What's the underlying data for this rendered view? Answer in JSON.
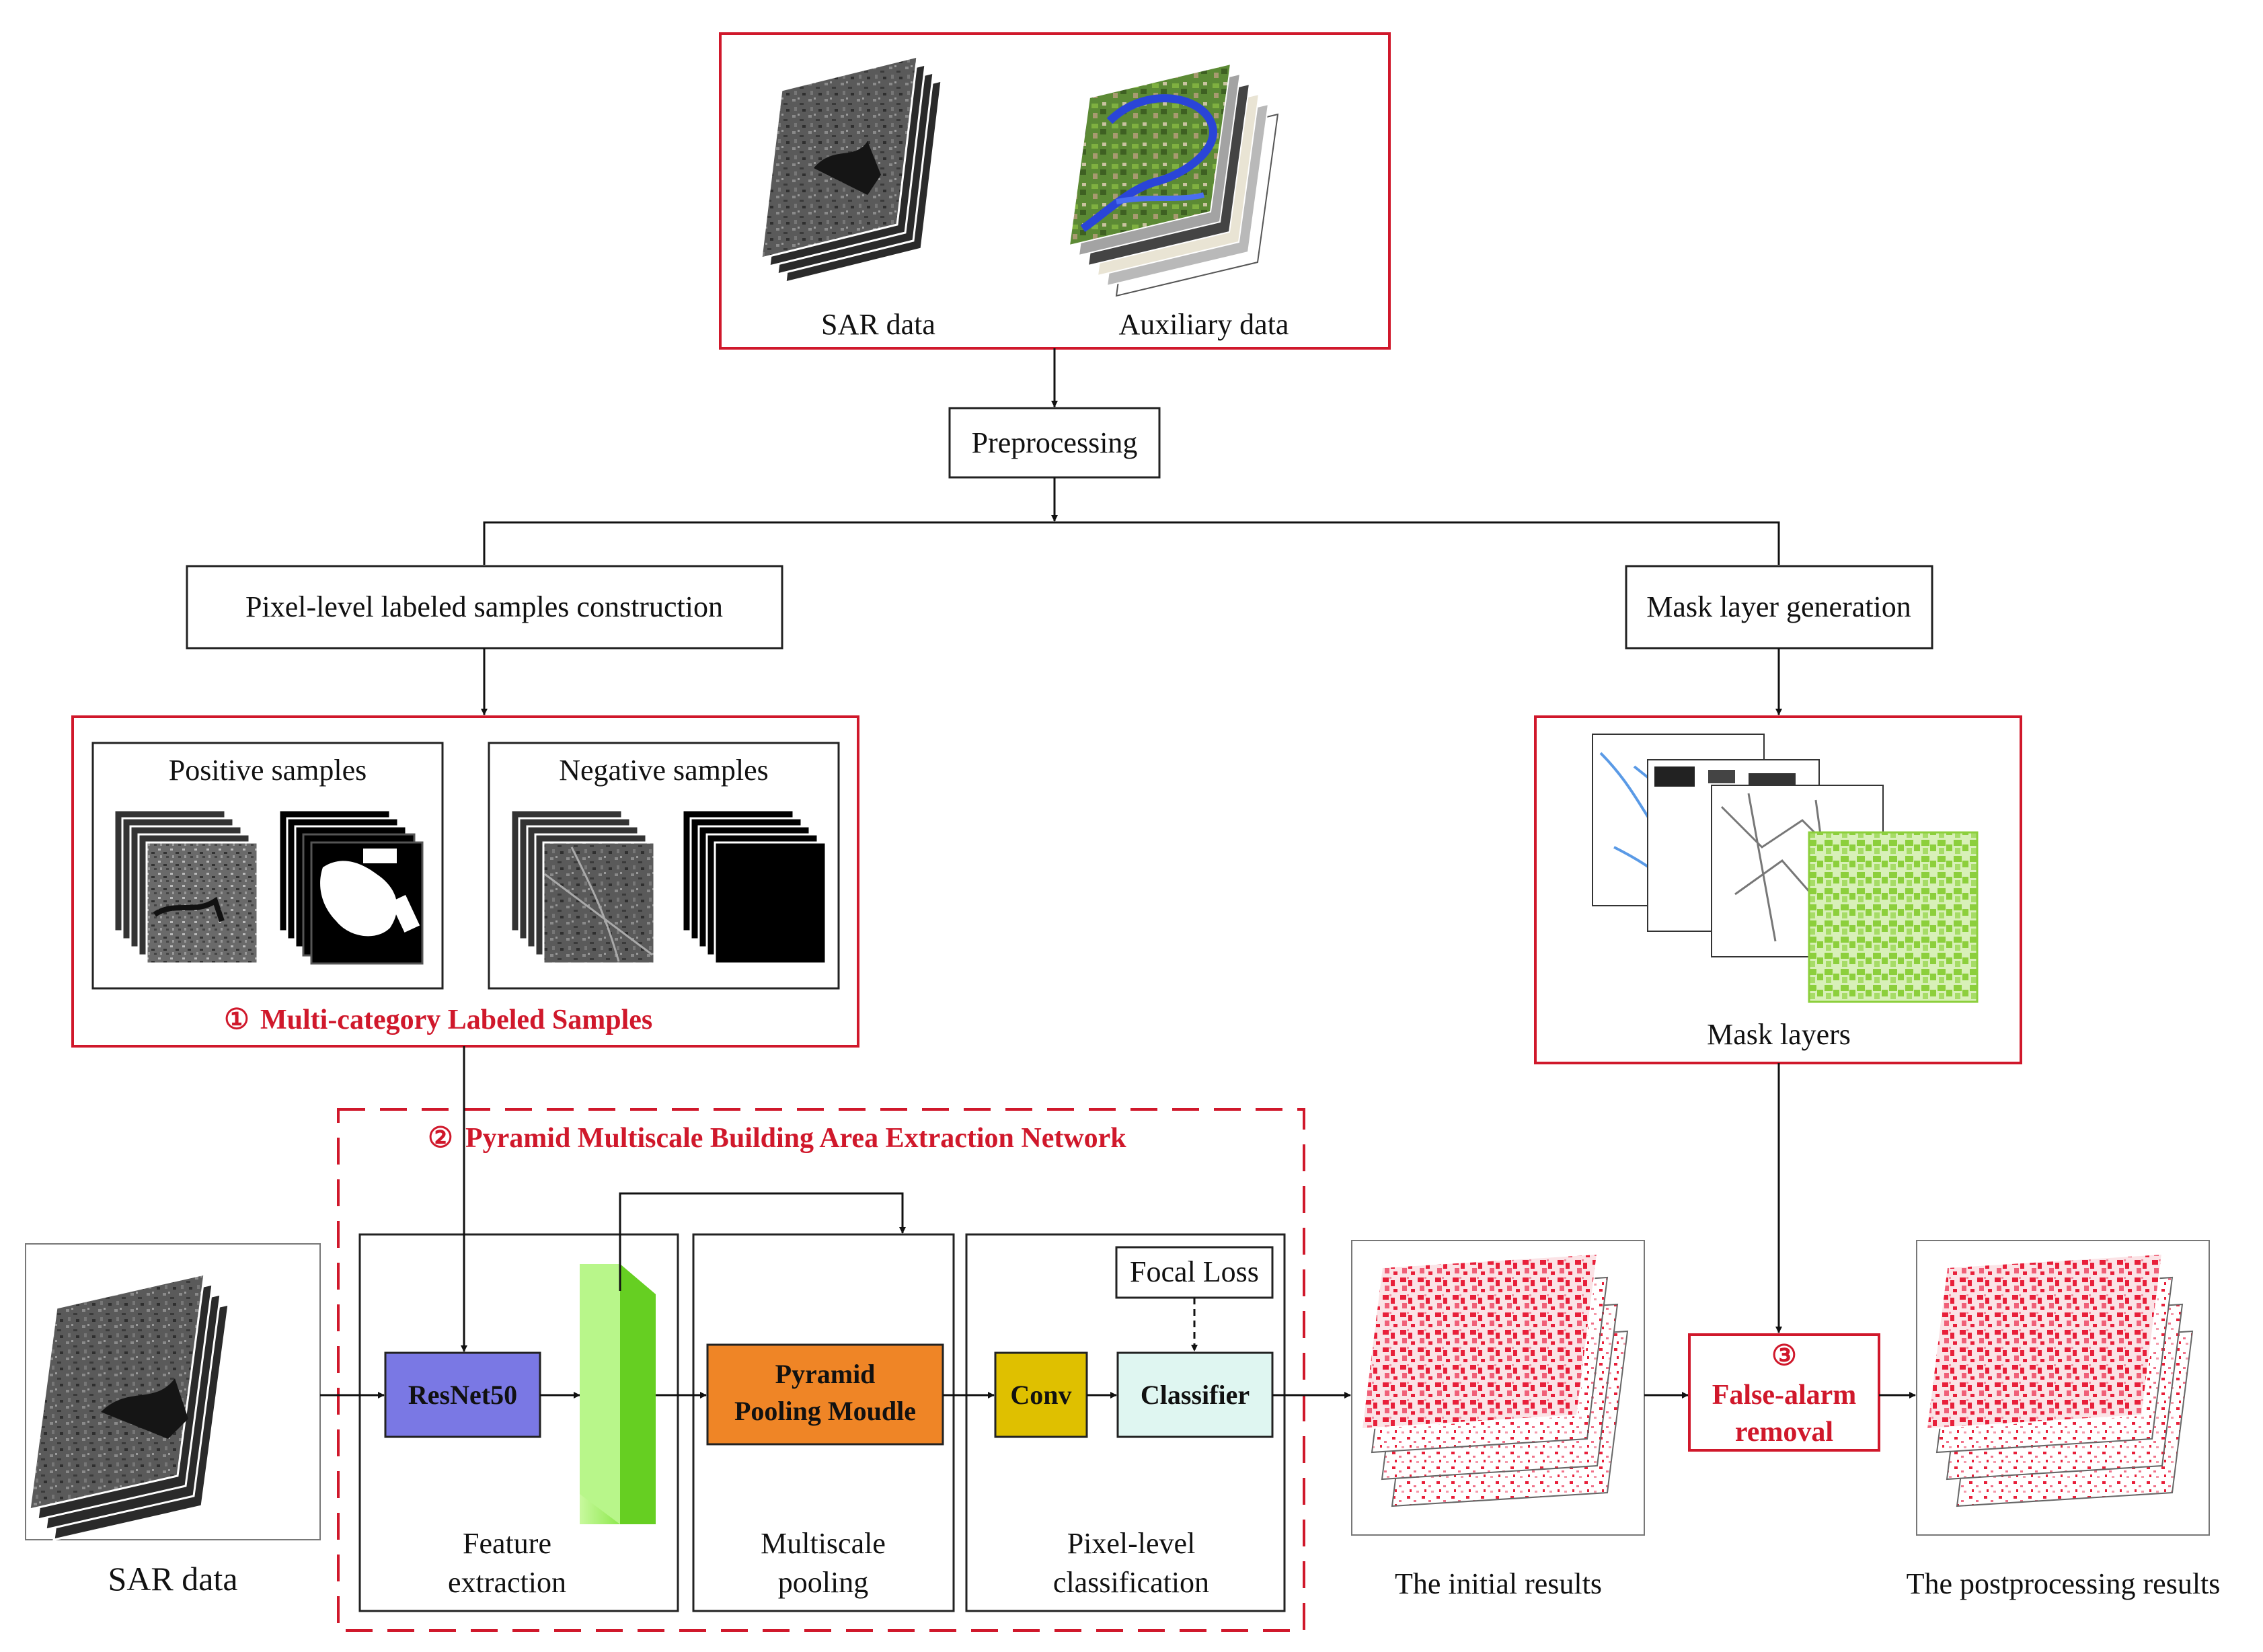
{
  "colors": {
    "accent_red": "#d0182b",
    "resnet": "#7a78e4",
    "pyramid": "#ef8526",
    "conv": "#dfc000",
    "classifier": "#dff6f1",
    "feature_green": "#9af05a",
    "mask_green": "#8ccf3c",
    "result_red": "#e8203a"
  },
  "input": {
    "sar_label": "SAR data",
    "aux_label": "Auxiliary data"
  },
  "preprocessing": "Preprocessing",
  "samples_construction": "Pixel-level labeled samples construction",
  "mask_generation": "Mask layer generation",
  "samples": {
    "positive": "Positive samples",
    "negative": "Negative samples",
    "section_num": "①",
    "section_title": "Multi-category Labeled Samples"
  },
  "masks": {
    "label": "Mask layers"
  },
  "network": {
    "section_num": "②",
    "title": "Pyramid Multiscale Building Area Extraction Network",
    "resnet": "ResNet50",
    "ppm_line1": "Pyramid",
    "ppm_line2": "Pooling Moudle",
    "conv": "Conv",
    "classifier": "Classifier",
    "focal_loss": "Focal Loss",
    "stage1_line1": "Feature",
    "stage1_line2": "extraction",
    "stage2_line1": "Multiscale",
    "stage2_line2": "pooling",
    "stage3_line1": "Pixel-level",
    "stage3_line2": "classification"
  },
  "left_input_label": "SAR data",
  "initial_results": "The initial results",
  "false_alarm": {
    "num": "③",
    "line1": "False-alarm",
    "line2": "removal"
  },
  "post_results": "The postprocessing results"
}
